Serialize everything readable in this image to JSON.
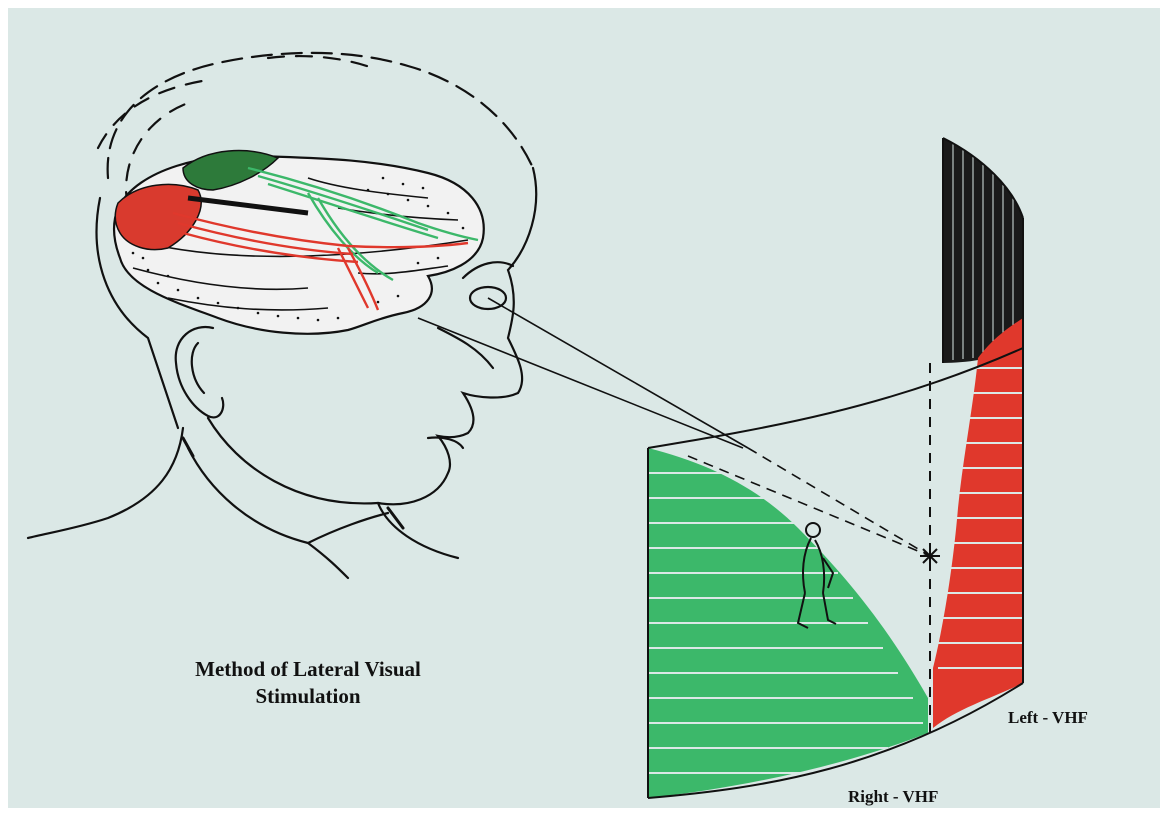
{
  "caption": {
    "title_line1": "Method of Lateral Visual",
    "title_line2": "Stimulation"
  },
  "labels": {
    "left_vhf": "Left - VHF",
    "right_vhf": "Right - VHF"
  },
  "colors": {
    "background": "#dbe8e6",
    "ink": "#111111",
    "red_field": "#e0382c",
    "green_field": "#3cb86a",
    "dark_field": "#1a1a1a",
    "brain_fill": "#f2f2f2"
  }
}
